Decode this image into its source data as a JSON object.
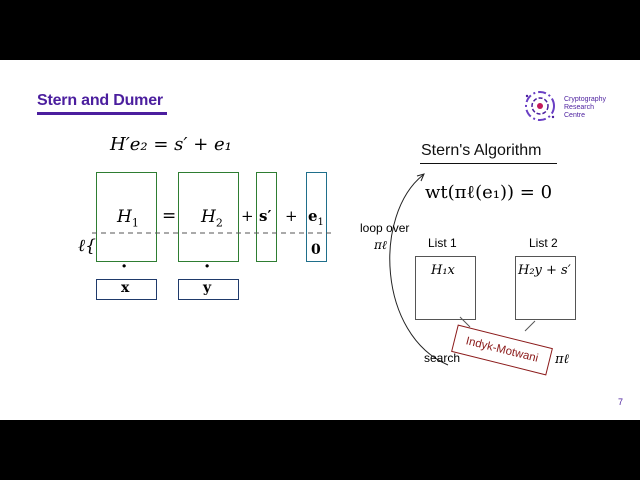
{
  "slide": {
    "title": "Stern and Dumer",
    "page_number": "7"
  },
  "logo": {
    "line1": "Cryptography",
    "line2": "Research",
    "line3": "Centre"
  },
  "left": {
    "equation": "H′e₂ = s′ + e₁",
    "h1": "H",
    "h1_sub": "1",
    "equals": "=",
    "h2": "H",
    "h2_sub": "2",
    "plus1": "+",
    "s_prime": "s′",
    "plus2": "+",
    "e1": "e",
    "e1_sub": "1",
    "zero": "0",
    "ell": "ℓ{",
    "dot1": "·",
    "dot2": "·",
    "x": "x",
    "y": "y"
  },
  "right": {
    "heading": "Stern's Algorithm",
    "condition": "wt(πℓ(e₁)) = 0",
    "loop_over": "loop over",
    "pi_ell": "πℓ",
    "list1_label": "List 1",
    "list2_label": "List 2",
    "list1_content": "H₁x",
    "list2_content": "H₂y + s′",
    "indyk": "Indyk-Motwani",
    "search": "search",
    "pi_ell2": "πℓ"
  },
  "colors": {
    "title": "#4b1e9e",
    "green": "#2e7d32",
    "navy": "#1f3a6b",
    "teal": "#1f6f8b",
    "indyk": "#8b1a1a"
  }
}
